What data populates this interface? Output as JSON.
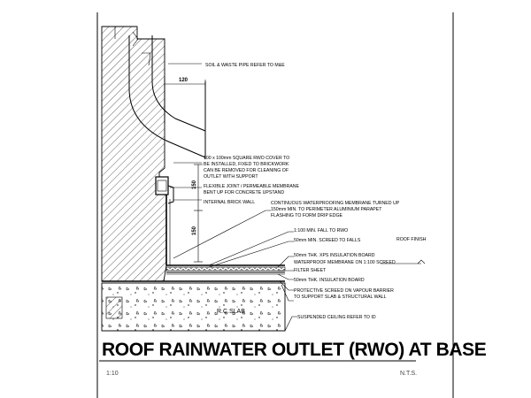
{
  "title": "ROOF RAINWATER OUTLET (RWO) AT BASE",
  "scale_label": "1:10",
  "ref_label": "N.T.S.",
  "slab_label": "R.C.SLAB",
  "dimensions": {
    "top_offset": "120",
    "upper_height": "150",
    "lower_height": "150"
  },
  "annotations": [
    "SOIL & WASTE PIPE REFER TO M&E",
    "100 x 100mm SQUARE RWO COVER TO",
    "BE INSTALLED, FIXED TO BRICKWORK",
    "CAN BE REMOVED FOR CLEANING OF",
    "OUTLET WITH SUPPORT",
    "FLEXIBLE JOINT / PERMEABLE MEMBRANE",
    "BENT UP FOR CONCRETE UPSTAND",
    "INTERNAL BRICK WALL",
    "CONTINUOUS WATERPROOFING MEMBRANE TURNED UP",
    "150mm MIN. TO PERIMETER ALUMINIUM PARAPET",
    "FLASHING TO FORM DRIP EDGE",
    "1:100 MIN. FALL TO RWO",
    "50mm MIN. SCREED TO FALLS",
    "ROOF FINISH",
    "50mm THK. XPS INSULATION BOARD",
    "WATERPROOF MEMBRANE ON 1:100 SCREED",
    "FILTER SHEET",
    "50mm THK. INSULATION BOARD",
    "PROTECTIVE SCREED ON VAPOUR BARRIER",
    "TO SUPPORT SLAB & STRUCTURAL WALL",
    "SUSPENDED CEILING REFER TO ID"
  ]
}
